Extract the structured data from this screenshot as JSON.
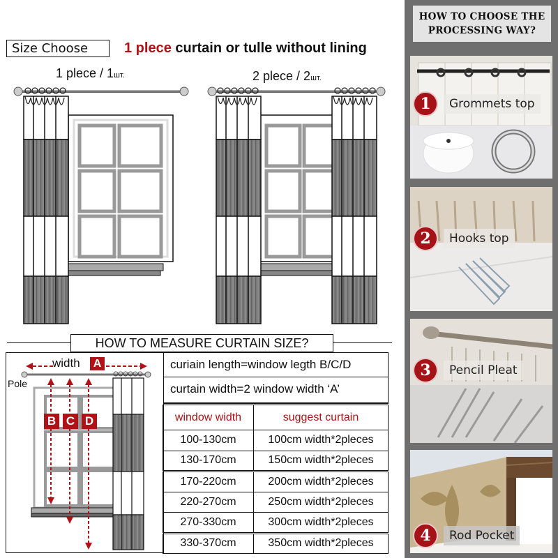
{
  "header": {
    "size_choose_label": "Size Choose",
    "headline_red": "1 plece",
    "headline_rest": " curtain or tulle without lining"
  },
  "illustrations": [
    {
      "caption_main": "1 plece / 1",
      "caption_suffix": "шт.",
      "curtains": 1
    },
    {
      "caption_main": "2 plece / 2",
      "caption_suffix": "шт.",
      "curtains": 2
    }
  ],
  "measure": {
    "title": "HOW TO MEASURE CURTAIN SIZE?",
    "diagram": {
      "width_label": "width",
      "width_badge": "A",
      "pole_label": "Pole",
      "length_badges": [
        "B",
        "C",
        "D"
      ]
    },
    "formulas": [
      "curiain length=window legth B/C/D",
      "curtain width=2 window width ‘A’"
    ],
    "table": {
      "headers": [
        "window width",
        "suggest curtain"
      ],
      "rows": [
        [
          "100-130cm",
          "100cm width*2pleces"
        ],
        [
          "130-170cm",
          "150cm width*2pleces"
        ],
        [
          "170-220cm",
          "200cm width*2pleces"
        ],
        [
          "220-270cm",
          "250cm width*2pleces"
        ],
        [
          "270-330cm",
          "300cm width*2pleces"
        ],
        [
          "330-370cm",
          "350cm width*2pleces"
        ]
      ]
    }
  },
  "panel": {
    "title_line1": "HOW TO CHOOSE THE",
    "title_line2": "PROCESSING WAY?",
    "options": [
      {
        "number": "1",
        "label": "Grommets top"
      },
      {
        "number": "2",
        "label": "Hooks top"
      },
      {
        "number": "3",
        "label": "Pencil Pleat"
      },
      {
        "number": "4",
        "label": "Rod Pocket"
      }
    ]
  },
  "colors": {
    "accent_red": "#b01217",
    "panel_gray": "#6f6f6f",
    "curtain_gray": "#7a7a7a"
  }
}
